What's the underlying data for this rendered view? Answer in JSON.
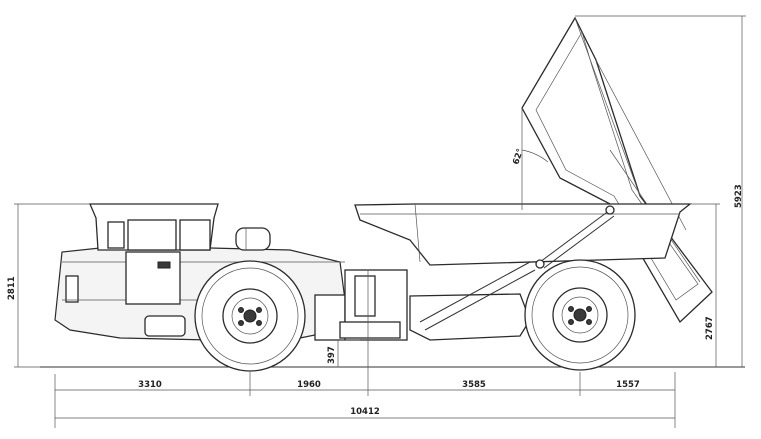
{
  "dimensions": {
    "overall_length": "10412",
    "front_overhang": "3310",
    "front_to_articulation": "1960",
    "articulation_to_rear_axle": "3585",
    "rear_overhang": "1557",
    "overall_height": "2811",
    "box_height": "2767",
    "dump_height": "5923",
    "ground_clearance": "397",
    "dump_angle": "62°"
  }
}
